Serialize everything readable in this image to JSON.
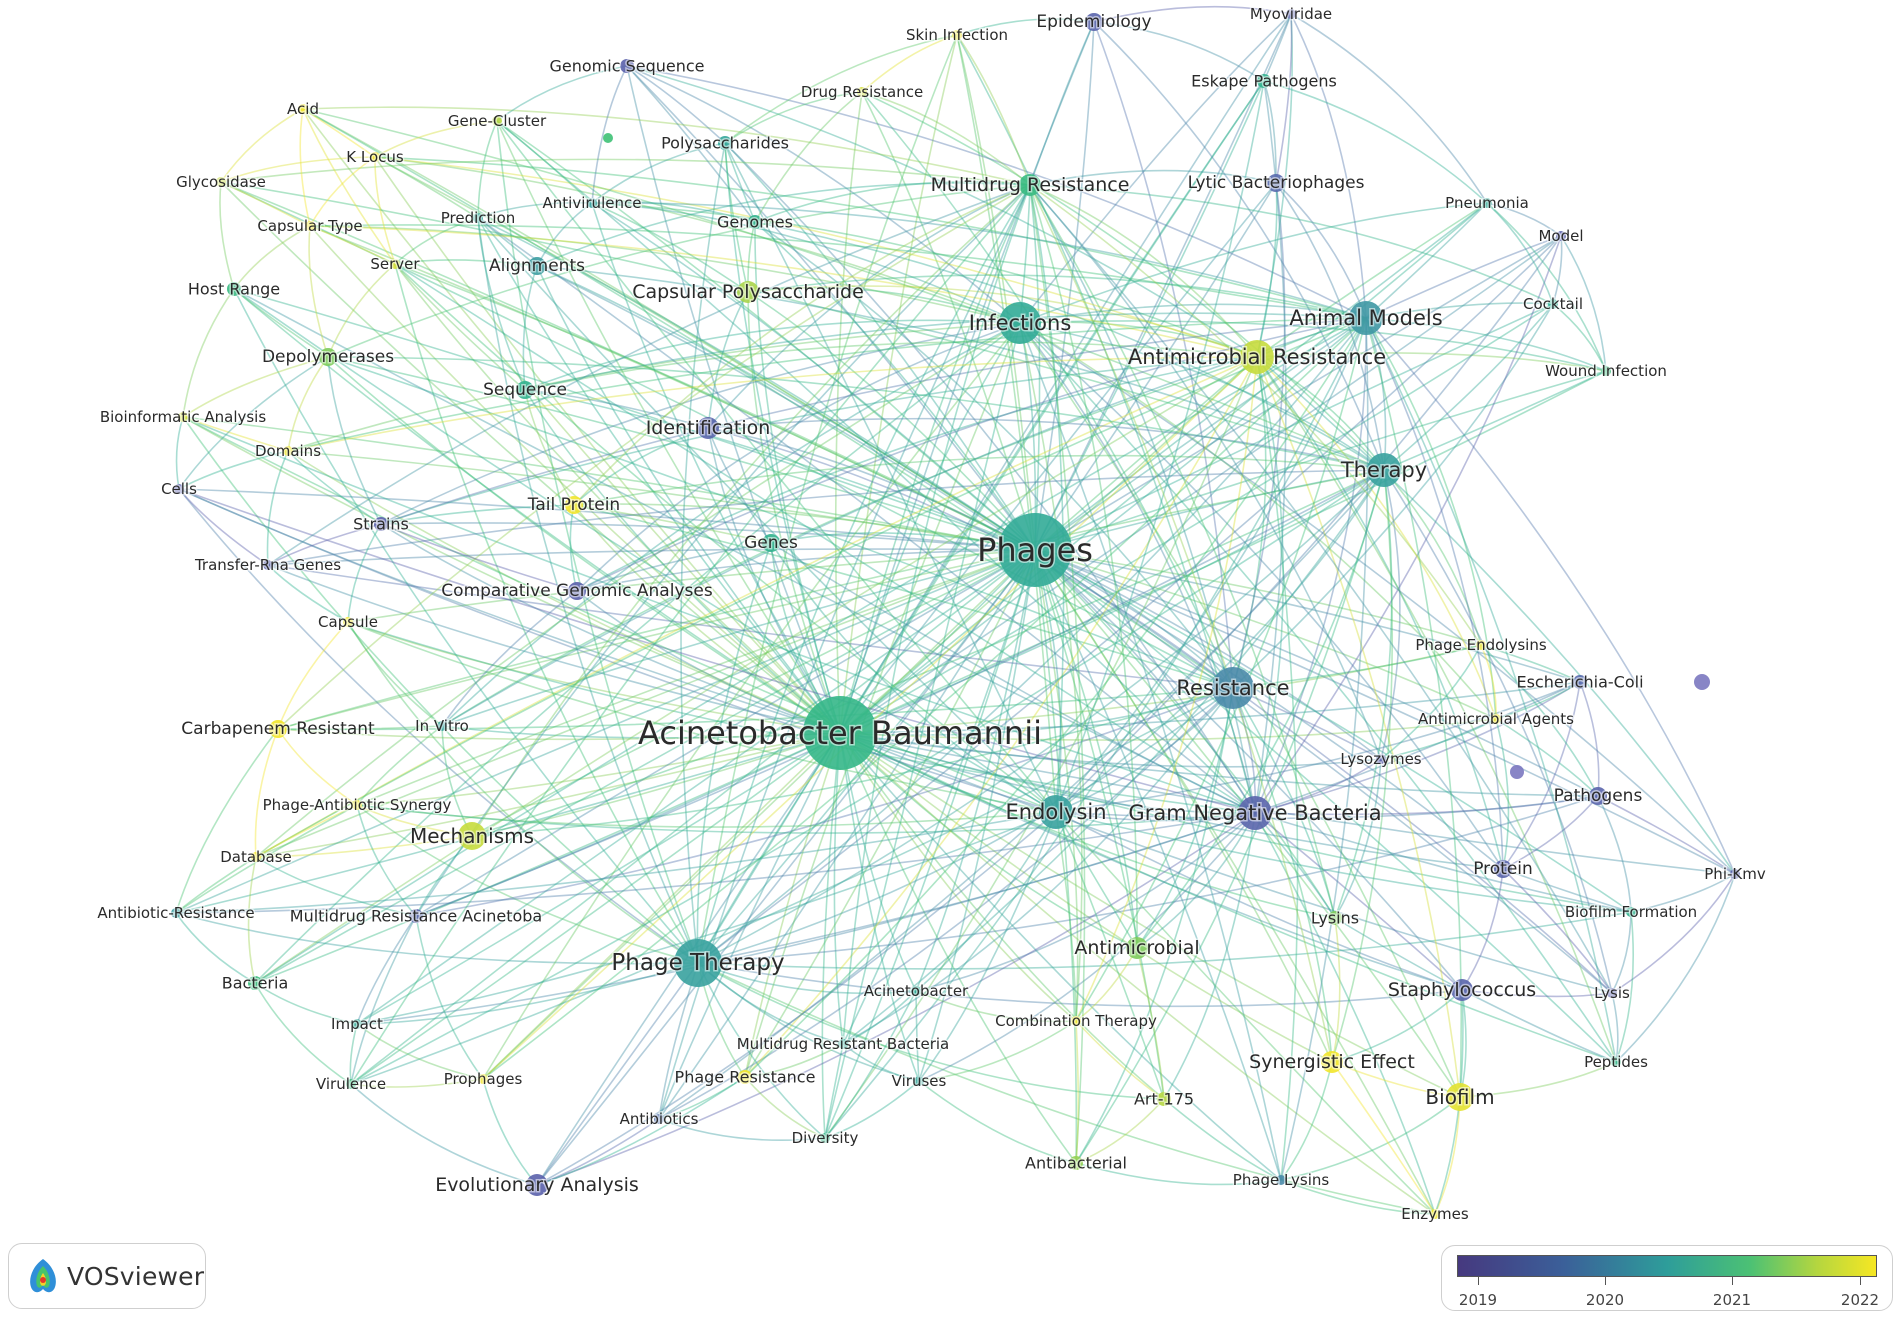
{
  "colors": {
    "2019": "#5e5aa6",
    "2019.5": "#5b75ad",
    "2020": "#3f98a4",
    "2020.5": "#2fb094",
    "2021": "#3ec176",
    "2021.5": "#a8d44a",
    "2022": "#f2e52a"
  },
  "legend": {
    "ticks": [
      "2019",
      "2020",
      "2021",
      "2022"
    ]
  },
  "branding": {
    "name": "VOSviewer"
  },
  "nodes": [
    {
      "id": "phages",
      "label": "Phages",
      "year": 2020.4,
      "weight": 10
    },
    {
      "id": "acinetobacter-baumannii",
      "label": "Acinetobacter Baumannii",
      "year": 2020.7,
      "weight": 10
    },
    {
      "id": "phage-therapy",
      "label": "Phage Therapy",
      "year": 2020.2,
      "weight": 6
    },
    {
      "id": "infections",
      "label": "Infections",
      "year": 2020.4,
      "weight": 5.5
    },
    {
      "id": "animal-models",
      "label": "Animal Models",
      "year": 2020.0,
      "weight": 5
    },
    {
      "id": "antimicrobial-resistance",
      "label": "Antimicrobial Resistance",
      "year": 2021.7,
      "weight": 5
    },
    {
      "id": "therapy",
      "label": "Therapy",
      "year": 2020.2,
      "weight": 5
    },
    {
      "id": "resistance",
      "label": "Resistance",
      "year": 2019.8,
      "weight": 5.5
    },
    {
      "id": "endolysin",
      "label": "Endolysin",
      "year": 2020.2,
      "weight": 5
    },
    {
      "id": "gram-negative-bacteria",
      "label": "Gram Negative Bacteria",
      "year": 2019.2,
      "weight": 5
    },
    {
      "id": "multidrug-resistance",
      "label": "Multidrug Resistance",
      "year": 2020.8,
      "weight": 4
    },
    {
      "id": "epidemiology",
      "label": "Epidemiology",
      "year": 2019.2,
      "weight": 3.5
    },
    {
      "id": "myoviridae",
      "label": "Myoviridae",
      "year": 2019.1,
      "weight": 2.5
    },
    {
      "id": "eskape-pathogens",
      "label": "Eskape Pathogens",
      "year": 2020.6,
      "weight": 3
    },
    {
      "id": "lytic-bacteriophages",
      "label": "Lytic Bacteriophages",
      "year": 2019.3,
      "weight": 3.5
    },
    {
      "id": "pneumonia",
      "label": "Pneumonia",
      "year": 2020.4,
      "weight": 2.5
    },
    {
      "id": "model",
      "label": "Model",
      "year": 2019.1,
      "weight": 2.5
    },
    {
      "id": "cocktail",
      "label": "Cocktail",
      "year": 2020.5,
      "weight": 2.5
    },
    {
      "id": "wound-infection",
      "label": "Wound Infection",
      "year": 2020.9,
      "weight": 2.5
    },
    {
      "id": "skin-infection",
      "label": "Skin Infection",
      "year": 2022.0,
      "weight": 2.5
    },
    {
      "id": "drug-resistance",
      "label": "Drug Resistance",
      "year": 2021.8,
      "weight": 2.5
    },
    {
      "id": "genomic-sequence",
      "label": "Genomic Sequence",
      "year": 2019.1,
      "weight": 3
    },
    {
      "id": "gene-cluster",
      "label": "Gene-Cluster",
      "year": 2021.6,
      "weight": 2.5
    },
    {
      "id": "acid",
      "label": "Acid",
      "year": 2022.0,
      "weight": 2.5
    },
    {
      "id": "k-locus",
      "label": "K Locus",
      "year": 2022.0,
      "weight": 2.5
    },
    {
      "id": "polysaccharides",
      "label": "Polysaccharides",
      "year": 2020.3,
      "weight": 3
    },
    {
      "id": "glycosidase",
      "label": "Glycosidase",
      "year": 2021.7,
      "weight": 2.5
    },
    {
      "id": "antivirulence",
      "label": "Antivirulence",
      "year": 2020.2,
      "weight": 2.5
    },
    {
      "id": "prediction",
      "label": "Prediction",
      "year": 2020.3,
      "weight": 2.5
    },
    {
      "id": "genomes",
      "label": "Genomes",
      "year": 2020.6,
      "weight": 3
    },
    {
      "id": "capsular-type",
      "label": "Capsular Type",
      "year": 2022.0,
      "weight": 2.5
    },
    {
      "id": "server",
      "label": "Server",
      "year": 2021.8,
      "weight": 2.5
    },
    {
      "id": "alignments",
      "label": "Alignments",
      "year": 2020.1,
      "weight": 3.5
    },
    {
      "id": "capsular-polysaccharide",
      "label": "Capsular Polysaccharide",
      "year": 2021.5,
      "weight": 4
    },
    {
      "id": "host-range",
      "label": "Host Range",
      "year": 2020.8,
      "weight": 3
    },
    {
      "id": "depolymerases",
      "label": "Depolymerases",
      "year": 2021.3,
      "weight": 3.5
    },
    {
      "id": "sequence",
      "label": "Sequence",
      "year": 2020.6,
      "weight": 3.5
    },
    {
      "id": "bioinformatic-analysis",
      "label": "Bioinformatic Analysis",
      "year": 2021.8,
      "weight": 2.5
    },
    {
      "id": "identification",
      "label": "Identification",
      "year": 2019.2,
      "weight": 4
    },
    {
      "id": "domains",
      "label": "Domains",
      "year": 2022.0,
      "weight": 2.5
    },
    {
      "id": "cells",
      "label": "Cells",
      "year": 2019.1,
      "weight": 2.5
    },
    {
      "id": "tail-protein",
      "label": "Tail Protein",
      "year": 2022.0,
      "weight": 3.5
    },
    {
      "id": "strains",
      "label": "Strains",
      "year": 2019.1,
      "weight": 3
    },
    {
      "id": "genes",
      "label": "Genes",
      "year": 2020.6,
      "weight": 3.5
    },
    {
      "id": "transfer-rna-genes",
      "label": "Transfer-Rna Genes",
      "year": 2019.1,
      "weight": 2.5
    },
    {
      "id": "comparative-genomic-analyses",
      "label": "Comparative Genomic Analyses",
      "year": 2019.1,
      "weight": 3.5
    },
    {
      "id": "capsule",
      "label": "Capsule",
      "year": 2022.0,
      "weight": 2.5
    },
    {
      "id": "carbapenem-resistant",
      "label": "Carbapenem Resistant",
      "year": 2022.0,
      "weight": 3.5
    },
    {
      "id": "in-vitro",
      "label": "In Vitro",
      "year": 2020.2,
      "weight": 2.5
    },
    {
      "id": "phage-antibiotic-synergy",
      "label": "Phage-Antibiotic Synergy",
      "year": 2022.0,
      "weight": 2.5
    },
    {
      "id": "mechanisms",
      "label": "Mechanisms",
      "year": 2021.7,
      "weight": 4.5
    },
    {
      "id": "database",
      "label": "Database",
      "year": 2022.0,
      "weight": 2.5
    },
    {
      "id": "antibiotic-resistance",
      "label": "Antibiotic-Resistance",
      "year": 2020.1,
      "weight": 2.5
    },
    {
      "id": "multidrug-resistance-acinetoba",
      "label": "Multidrug Resistance Acinetoba",
      "year": 2019.2,
      "weight": 3
    },
    {
      "id": "bacteria",
      "label": "Bacteria",
      "year": 2020.9,
      "weight": 3
    },
    {
      "id": "impact",
      "label": "Impact",
      "year": 2020.4,
      "weight": 2.5
    },
    {
      "id": "virulence",
      "label": "Virulence",
      "year": 2020.9,
      "weight": 2.5
    },
    {
      "id": "prophages",
      "label": "Prophages",
      "year": 2022.0,
      "weight": 2.5
    },
    {
      "id": "acinetobacter",
      "label": "Acinetobacter",
      "year": 2020.4,
      "weight": 2.5
    },
    {
      "id": "multidrug-resistant-bacteria",
      "label": "Multidrug Resistant Bacteria",
      "year": 2020.4,
      "weight": 2.5
    },
    {
      "id": "phage-resistance",
      "label": "Phage Resistance",
      "year": 2022.0,
      "weight": 3
    },
    {
      "id": "viruses",
      "label": "Viruses",
      "year": 2020.3,
      "weight": 2.5
    },
    {
      "id": "antibiotics",
      "label": "Antibiotics",
      "year": 2019.5,
      "weight": 2.5
    },
    {
      "id": "diversity",
      "label": "Diversity",
      "year": 2020.7,
      "weight": 2.5
    },
    {
      "id": "evolutionary-analysis",
      "label": "Evolutionary Analysis",
      "year": 2019.1,
      "weight": 4
    },
    {
      "id": "antimicrobial",
      "label": "Antimicrobial",
      "year": 2021.3,
      "weight": 4
    },
    {
      "id": "combination-therapy",
      "label": "Combination Therapy",
      "year": 2022.0,
      "weight": 2.5
    },
    {
      "id": "art-175",
      "label": "Art-175",
      "year": 2021.6,
      "weight": 3
    },
    {
      "id": "antibacterial",
      "label": "Antibacterial",
      "year": 2021.4,
      "weight": 3
    },
    {
      "id": "phage-lysins",
      "label": "Phage Lysins",
      "year": 2019.8,
      "weight": 2.5
    },
    {
      "id": "enzymes",
      "label": "Enzymes",
      "year": 2022.0,
      "weight": 2.5
    },
    {
      "id": "synergistic-effect",
      "label": "Synergistic Effect",
      "year": 2022.0,
      "weight": 4
    },
    {
      "id": "biofilm",
      "label": "Biofilm",
      "year": 2021.9,
      "weight": 4.5
    },
    {
      "id": "staphylococcus",
      "label": "Staphylococcus",
      "year": 2019.2,
      "weight": 4
    },
    {
      "id": "lysins",
      "label": "Lysins",
      "year": 2021.3,
      "weight": 3
    },
    {
      "id": "protein",
      "label": "Protein",
      "year": 2019.2,
      "weight": 3.5
    },
    {
      "id": "pathogens",
      "label": "Pathogens",
      "year": 2019.2,
      "weight": 3.5
    },
    {
      "id": "lysozymes",
      "label": "Lysozymes",
      "year": 2019.1,
      "weight": 2.5
    },
    {
      "id": "antimicrobial-agents",
      "label": "Antimicrobial Agents",
      "year": 2022.0,
      "weight": 2.5
    },
    {
      "id": "escherichia-coli",
      "label": "Escherichia-Coli",
      "year": 2019.3,
      "weight": 3
    },
    {
      "id": "phage-endolysins",
      "label": "Phage Endolysins",
      "year": 2022.0,
      "weight": 2.5
    },
    {
      "id": "phi-kmv",
      "label": "Phi-Kmv",
      "year": 2019.1,
      "weight": 2.5
    },
    {
      "id": "biofilm-formation",
      "label": "Biofilm Formation",
      "year": 2020.6,
      "weight": 2.5
    },
    {
      "id": "lysis",
      "label": "Lysis",
      "year": 2019.1,
      "weight": 2.5
    },
    {
      "id": "peptides",
      "label": "Peptides",
      "year": 2020.7,
      "weight": 2.5
    }
  ]
}
